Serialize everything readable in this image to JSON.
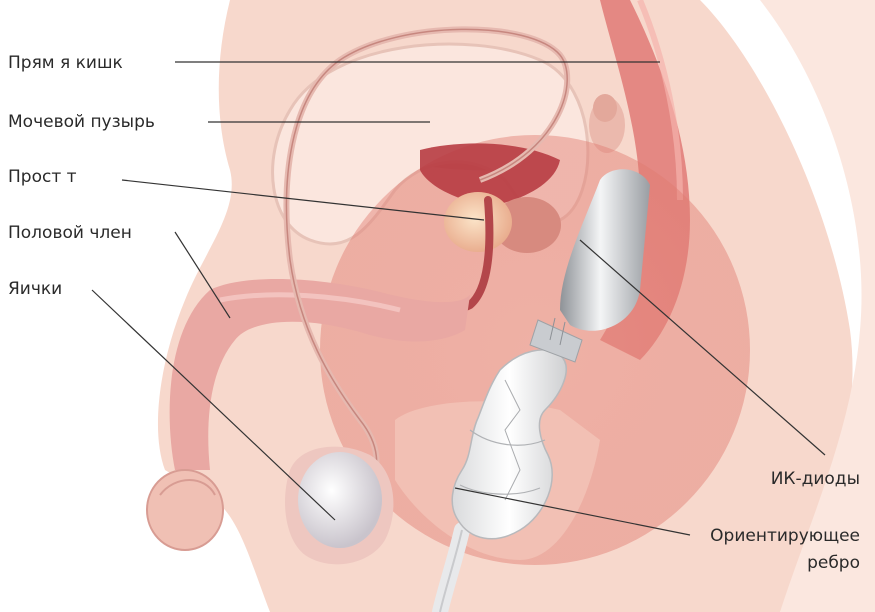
{
  "labels": {
    "rectum": "Прям я кишк",
    "bladder": "Мочевой пузырь",
    "prostate": "Прост т",
    "penis": "Половой член",
    "testicles": "Яички",
    "ir_diodes": "ИК-диоды",
    "orient_rib_line1": "Ориентирующее",
    "orient_rib_line2": "ребро"
  },
  "colors": {
    "skin": "#f7d8cc",
    "skin_dark": "#edc0b0",
    "highlight": "#e0857a",
    "organ_red": "#c0474a",
    "probe_silver": "#b9bcc0",
    "leader_line": "#333333"
  }
}
